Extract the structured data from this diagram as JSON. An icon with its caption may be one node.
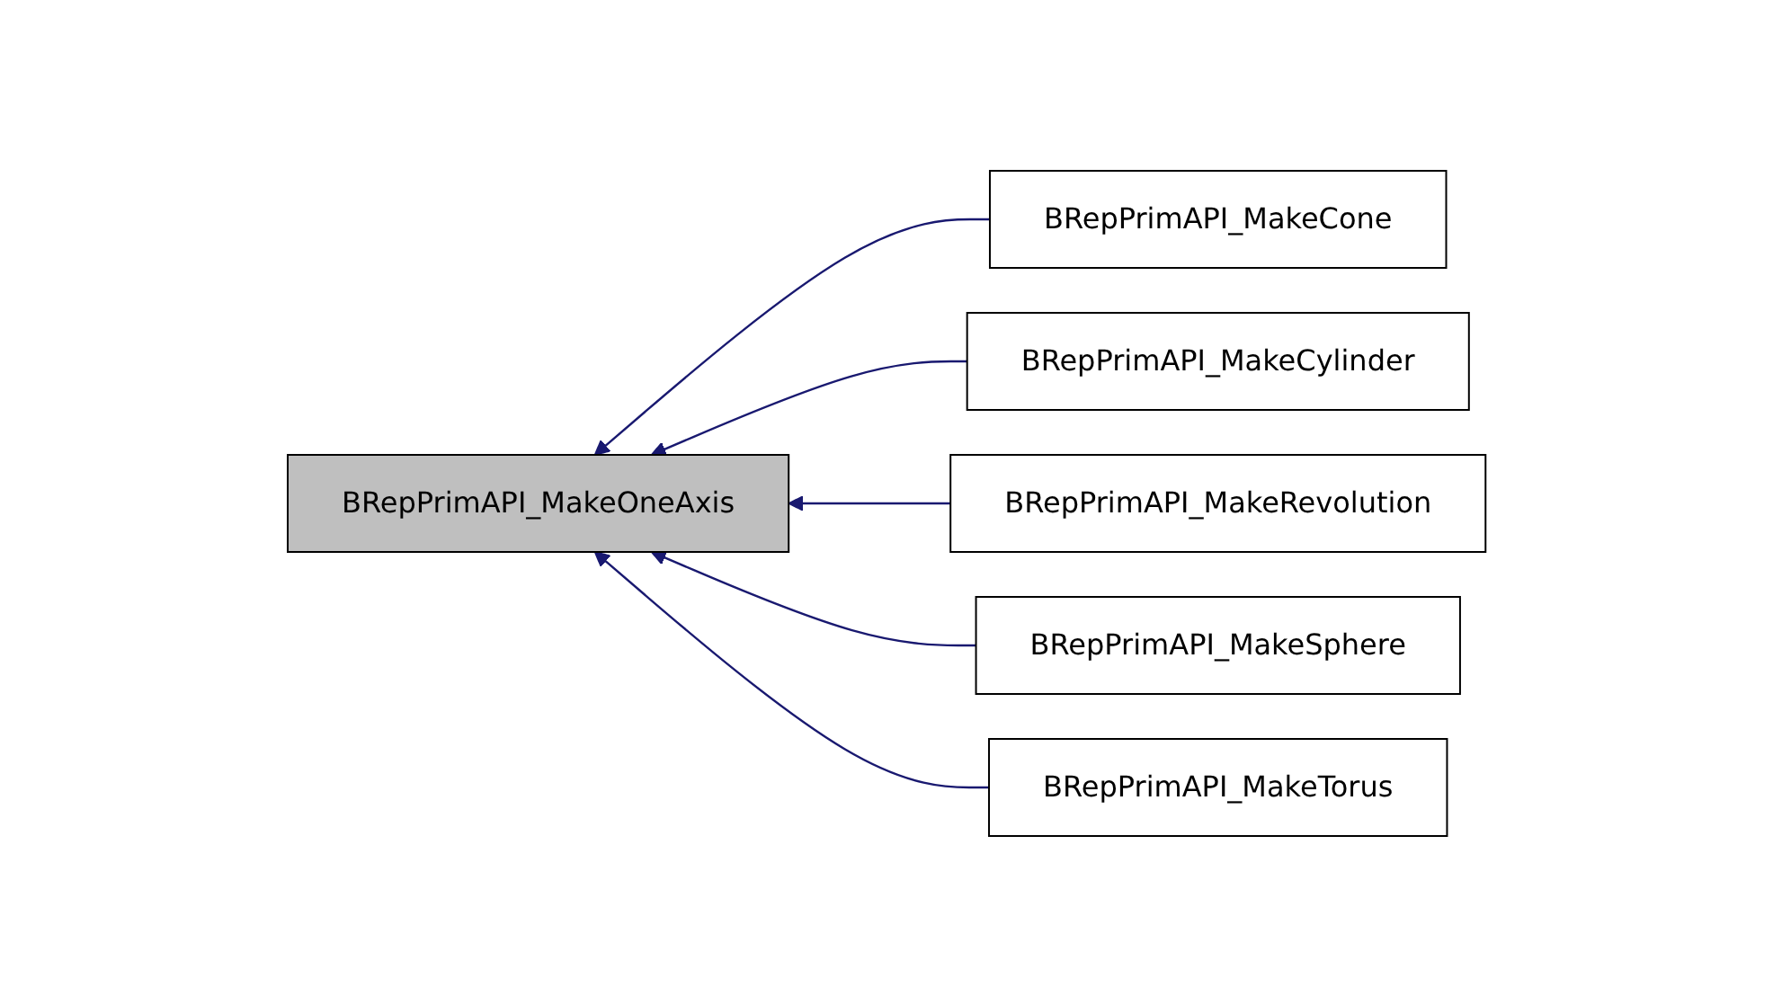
{
  "diagram": {
    "nodes": [
      {
        "text": [
          "BRepPrimAPI_MakeOneAxis"
        ]
      },
      {
        "text": [
          "BRepPrimAPI_MakeCone"
        ]
      },
      {
        "text": [
          "BRepPrimAPI_MakeCylinder"
        ]
      },
      {
        "text": [
          "BRepPrimAPI_MakeRevolution"
        ]
      },
      {
        "text": [
          "BRepPrimAPI_MakeSphere"
        ]
      },
      {
        "text": [
          "BRepPrimAPI_MakeTorus"
        ]
      }
    ],
    "edges": [
      {
        "from": 1,
        "to": 0,
        "arrow": "to"
      },
      {
        "from": 2,
        "to": 0,
        "arrow": "to"
      },
      {
        "from": 3,
        "to": 0,
        "arrow": "to"
      },
      {
        "from": 4,
        "to": 0,
        "arrow": "to"
      },
      {
        "from": 5,
        "to": 0,
        "arrow": "to"
      }
    ]
  }
}
